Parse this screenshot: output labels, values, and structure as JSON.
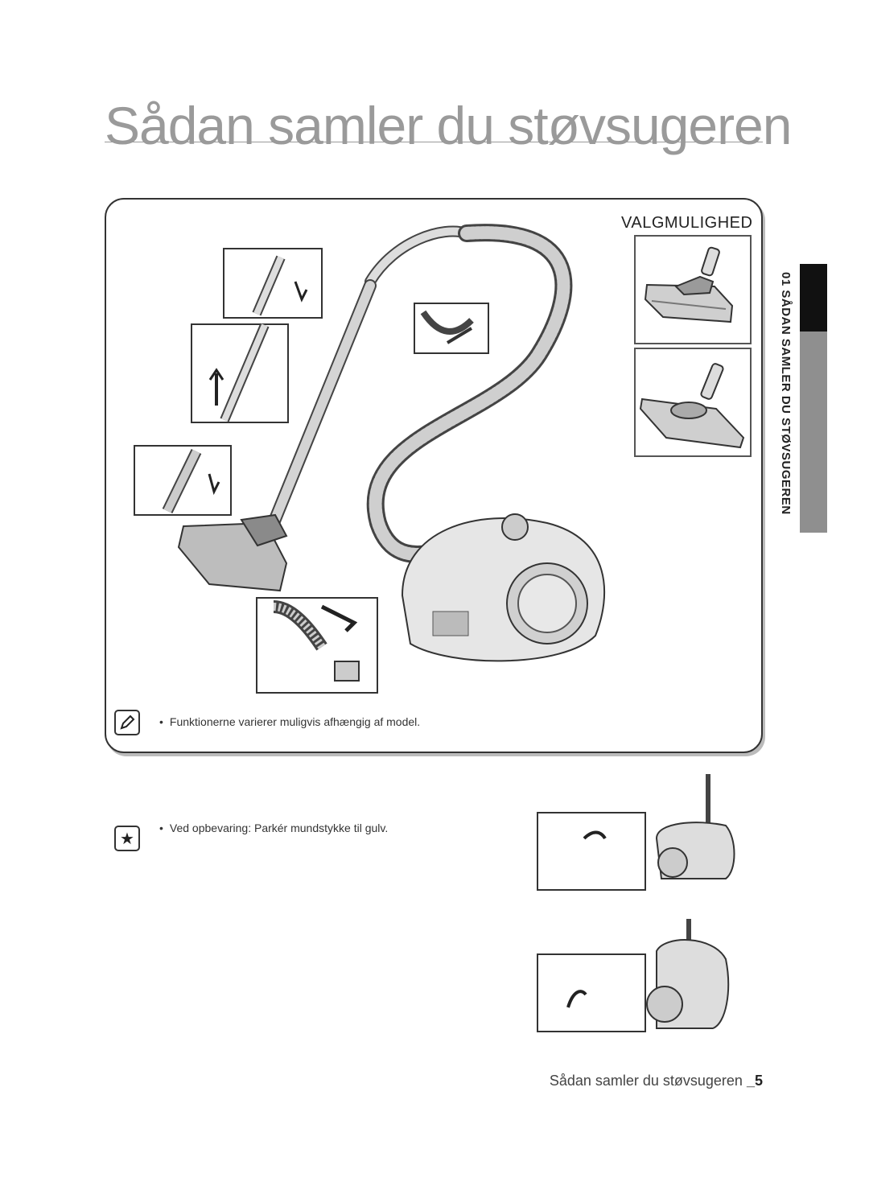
{
  "page": {
    "title": "Sådan samler du støvsugeren",
    "option_label": "VALGMULIGHED",
    "side_tab": "01 SÅDAN SAMLER DU STØVSUGEREN",
    "note_text": "Funktionerne varierer muligvis afhængig af model.",
    "storage_text": "Ved opbevaring: Parkér mundstykke til gulv.",
    "footer_text": "Sådan samler du støvsugeren",
    "footer_page": "_5"
  },
  "icons": {
    "note": "note-pencil-icon",
    "tip": "star-icon"
  },
  "colors": {
    "title_grey": "#9a9a9a",
    "tab_black": "#111111",
    "tab_grey": "#8f8f8f"
  }
}
